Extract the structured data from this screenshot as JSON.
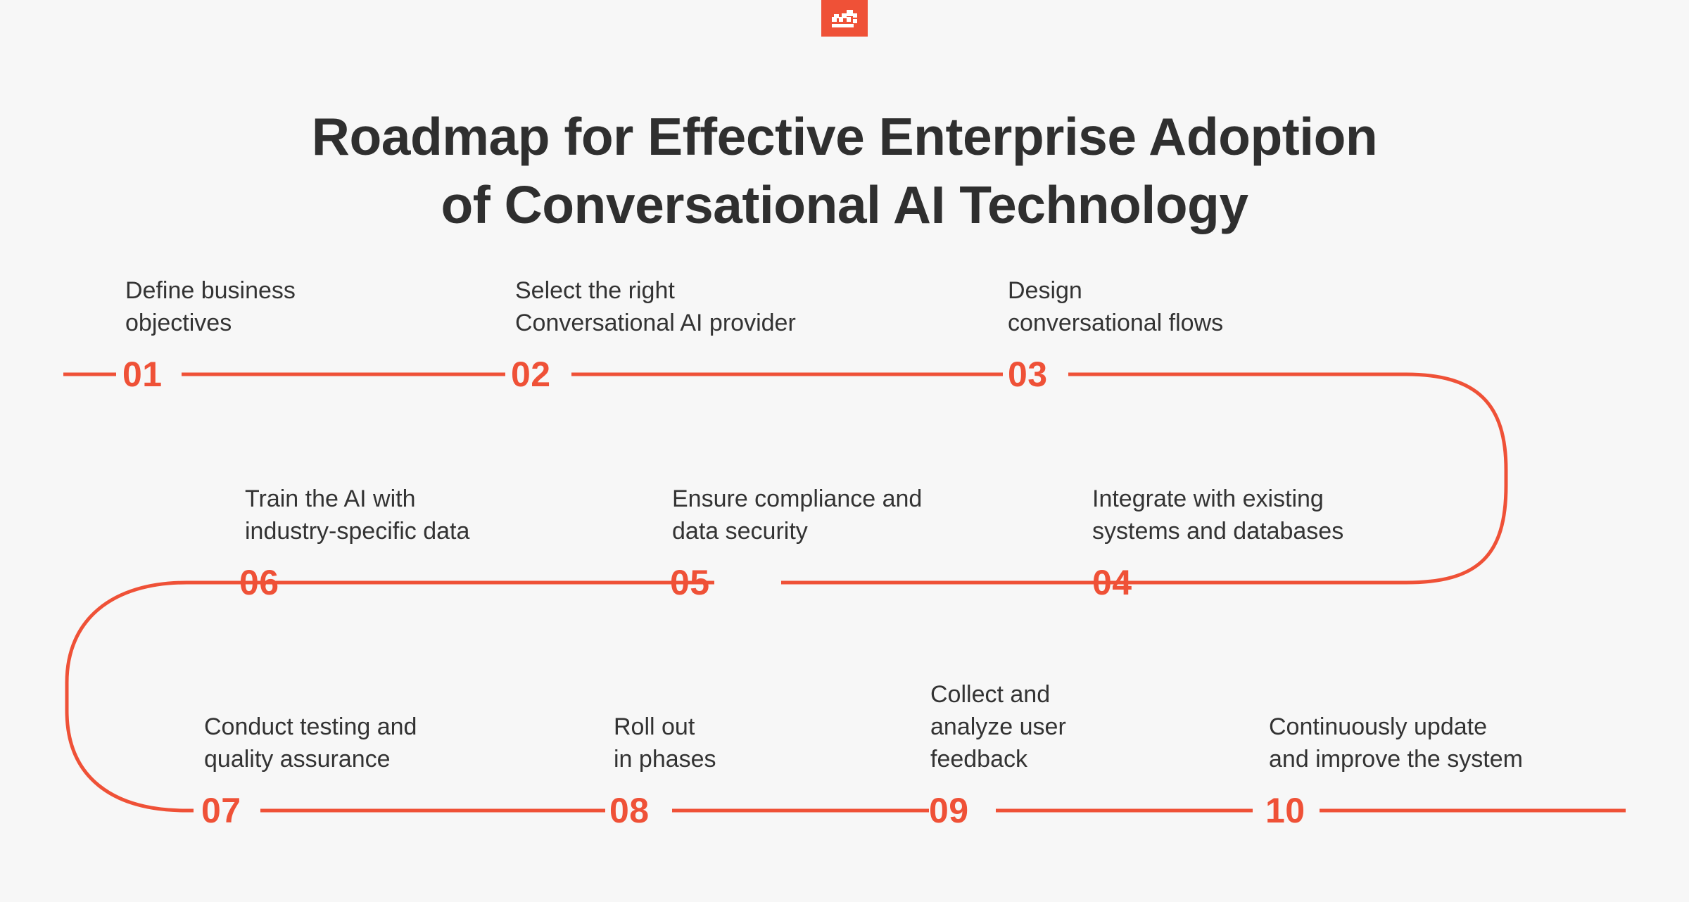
{
  "brand": {
    "accent_color": "#ef5137",
    "background_color": "#f7f7f7",
    "text_color": "#333333",
    "title_color": "#2f2f2f",
    "logo_icon": "chart-blocks-icon"
  },
  "header": {
    "title_line1": "Roadmap for Effective Enterprise Adoption",
    "title_line2": "of Conversational AI Technology"
  },
  "roadmap": {
    "type": "snaking-timeline",
    "rows": 3,
    "direction_row1": "left-to-right",
    "direction_row2": "right-to-left",
    "direction_row3": "left-to-right",
    "steps": [
      {
        "number": "01",
        "row": 1,
        "label_lines": [
          "Define business",
          "objectives"
        ]
      },
      {
        "number": "02",
        "row": 1,
        "label_lines": [
          "Select the right",
          "Conversational AI provider"
        ]
      },
      {
        "number": "03",
        "row": 1,
        "label_lines": [
          "Design",
          "conversational flows"
        ]
      },
      {
        "number": "04",
        "row": 2,
        "label_lines": [
          "Integrate with existing",
          "systems and databases"
        ]
      },
      {
        "number": "05",
        "row": 2,
        "label_lines": [
          "Ensure compliance and",
          "data security"
        ]
      },
      {
        "number": "06",
        "row": 2,
        "label_lines": [
          "Train the AI with",
          "industry-specific data"
        ]
      },
      {
        "number": "07",
        "row": 3,
        "label_lines": [
          "Conduct testing and",
          "quality assurance"
        ]
      },
      {
        "number": "08",
        "row": 3,
        "label_lines": [
          "Roll out",
          "in phases"
        ]
      },
      {
        "number": "09",
        "row": 3,
        "label_lines": [
          "Collect and",
          "analyze user",
          "feedback"
        ]
      },
      {
        "number": "10",
        "row": 3,
        "label_lines": [
          "Continuously update",
          "and improve the system"
        ]
      }
    ]
  }
}
